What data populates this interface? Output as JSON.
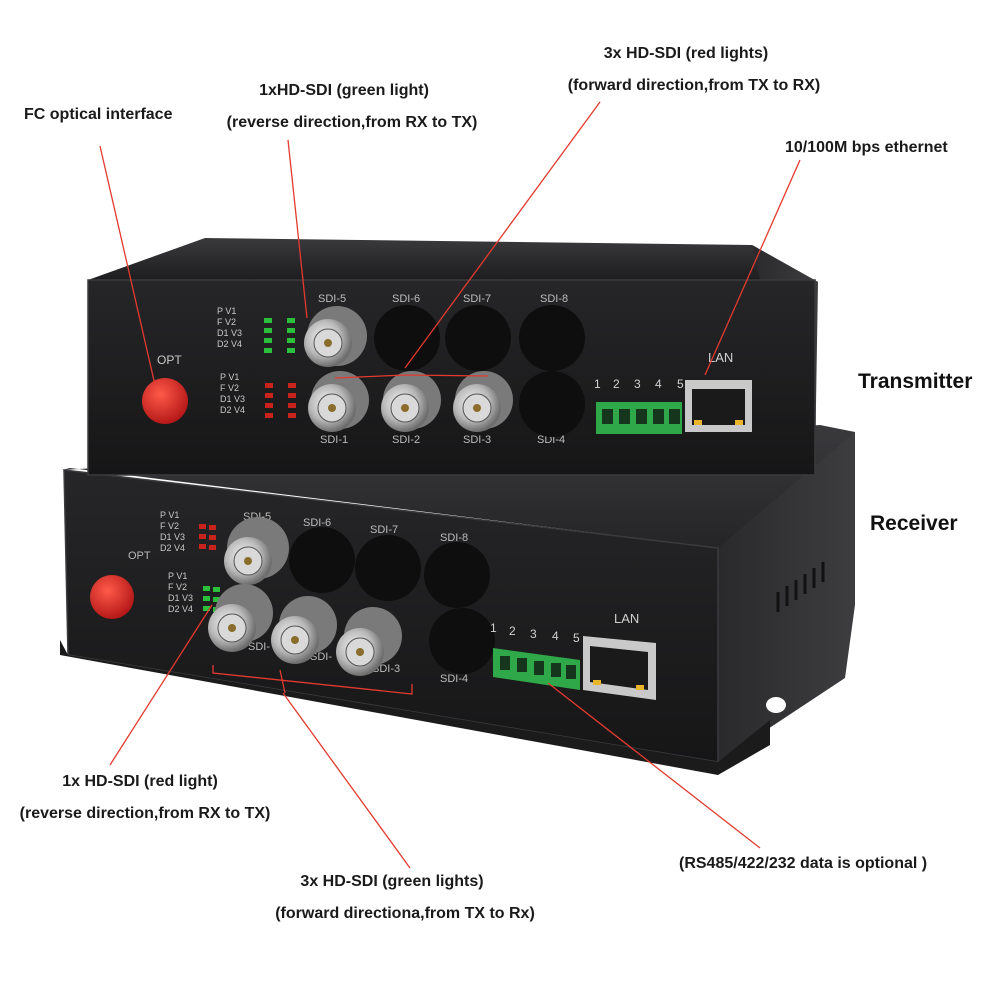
{
  "annotations": {
    "fc_optical": "FC optical interface",
    "hdsdi_green_1_title": "1xHD-SDI (green  light)",
    "hdsdi_green_1_sub": "(reverse direction,from RX to TX)",
    "hdsdi_red_3_title": "3x HD-SDI (red  lights)",
    "hdsdi_red_3_sub": "(forward direction,from TX to  RX)",
    "ethernet": "10/100M  bps ethernet",
    "transmitter": "Transmitter",
    "receiver": "Receiver",
    "hdsdi_red_1_title": "1x HD-SDI (red light)",
    "hdsdi_red_1_sub": "(reverse direction,from RX to TX)",
    "hdsdi_green_3_title": "3x HD-SDI (green lights)",
    "hdsdi_green_3_sub": "(forward directiona,from TX to Rx)",
    "rs485": "(RS485/422/232 data is optional )"
  },
  "transmitter_panel": {
    "opt": "OPT",
    "led_rows": [
      "P V1",
      "F V2",
      "D1 V3",
      "D2 V4"
    ],
    "sdi_labels": [
      "SDI-5",
      "SDI-6",
      "SDI-7",
      "SDI-8",
      "SDI-1",
      "SDI-2",
      "SDI-3",
      "SDI-4"
    ],
    "terminal_numbers": [
      "1",
      "2",
      "3",
      "4",
      "5"
    ],
    "lan": "LAN"
  },
  "receiver_panel": {
    "opt": "OPT",
    "led_rows": [
      "P V1",
      "F V2",
      "D1 V3",
      "D2 V4"
    ],
    "sdi_labels": [
      "SDI-5",
      "SDI-6",
      "SDI-7",
      "SDI-8",
      "SDI-",
      "SDI-",
      "SDI-3",
      "SDI-4"
    ],
    "terminal_numbers": [
      "1",
      "2",
      "3",
      "4",
      "5"
    ],
    "lan": "LAN"
  },
  "colors": {
    "case": "#1f1f21",
    "red_led": "#c8231c",
    "green_led": "#2bbf3c",
    "terminal": "#2fa84a",
    "opt_cap": "#d61f1f",
    "pointer_line": "#e23a2e"
  }
}
